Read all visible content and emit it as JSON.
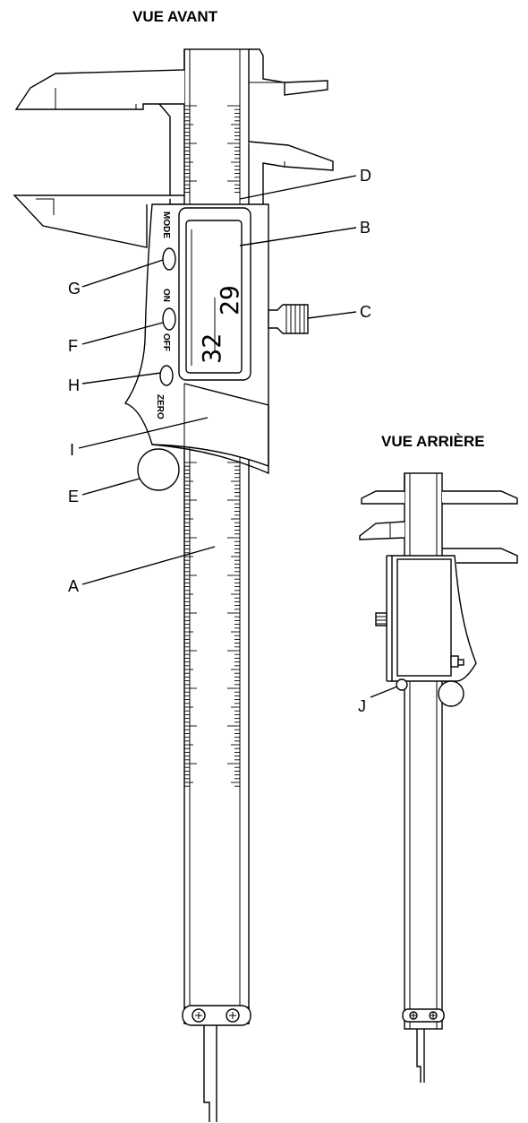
{
  "headings": {
    "front": "VUE AVANT",
    "back": "VUE ARRIÈRE"
  },
  "buttons": {
    "mode": "MODE",
    "on": "ON",
    "off": "OFF",
    "zero": "ZERO"
  },
  "display": {
    "reading_top": "29",
    "reading_bottom": "32"
  },
  "callouts": {
    "A": "A",
    "B": "B",
    "C": "C",
    "D": "D",
    "E": "E",
    "F": "F",
    "G": "G",
    "H": "H",
    "I": "I",
    "J": "J"
  }
}
